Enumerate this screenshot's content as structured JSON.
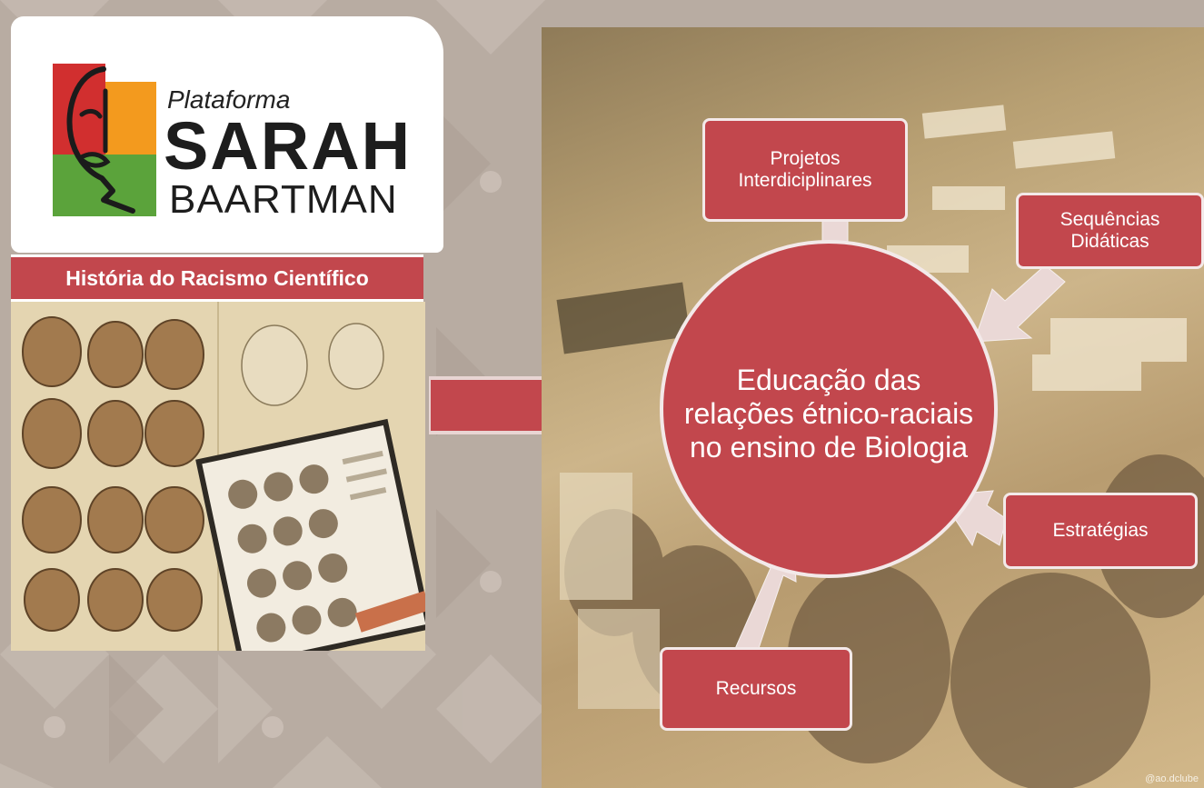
{
  "logo": {
    "small_text": "Plataforma",
    "big_text": "SARAH",
    "mid_text": "BAARTMAN"
  },
  "banner": {
    "title": "História do Racismo Científico"
  },
  "diagram": {
    "center": "Educação das relações étnico-raciais no ensino de Biologia",
    "nodes": [
      {
        "label": "Projetos\nInterdiciplinares"
      },
      {
        "label": "Sequências\nDidáticas"
      },
      {
        "label": "Estratégias"
      },
      {
        "label": "Recursos"
      }
    ]
  },
  "photo": {
    "watermark": "@ao.dclube"
  },
  "colors": {
    "accent": "#c2474d",
    "background": "#b8aca2",
    "node_border": "#f3e9e9",
    "connector": "#ead8d6"
  }
}
